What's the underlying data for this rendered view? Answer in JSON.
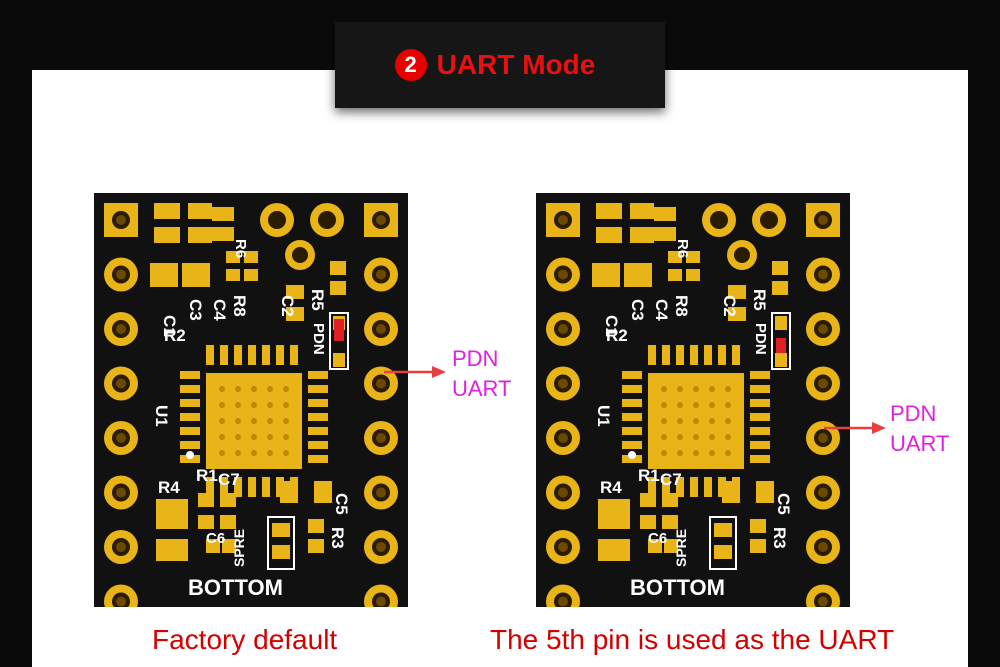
{
  "header": {
    "badge_number": "2",
    "title": "UART Mode"
  },
  "boards": [
    {
      "caption": "Factory default",
      "pdn_label": [
        "PDN",
        "UART"
      ],
      "silkscreen": {
        "bottom": "BOTTOM",
        "u1": "U1",
        "r1": "R1",
        "c7": "C7",
        "r4": "R4",
        "c6": "C6",
        "spre": "SPRE",
        "r3": "R3",
        "c5": "C5",
        "c1": "C1",
        "c3": "C3",
        "c4": "C4",
        "r8": "R8",
        "r2": "R2",
        "r5": "R5",
        "c2": "C2",
        "pdn": "PDN",
        "r6": "R6"
      }
    },
    {
      "caption": "The 5th pin is used as the UART",
      "pdn_label": [
        "PDN",
        "UART"
      ],
      "silkscreen": {
        "bottom": "BOTTOM",
        "u1": "U1",
        "r1": "R1",
        "c7": "C7",
        "r4": "R4",
        "c6": "C6",
        "spre": "SPRE",
        "r3": "R3",
        "c5": "C5",
        "c1": "C1",
        "c3": "C3",
        "c4": "C4",
        "r8": "R8",
        "r2": "R2",
        "r5": "R5",
        "c2": "C2",
        "pdn": "PDN",
        "r6": "R6"
      }
    }
  ],
  "colors": {
    "pcb": "#111111",
    "gold": "#e8b418",
    "pad_hole": "#2a1c00",
    "silk": "#ffffff",
    "jumper_red": "#e02020",
    "label": "#e020e0",
    "arrow": "#e84040"
  }
}
